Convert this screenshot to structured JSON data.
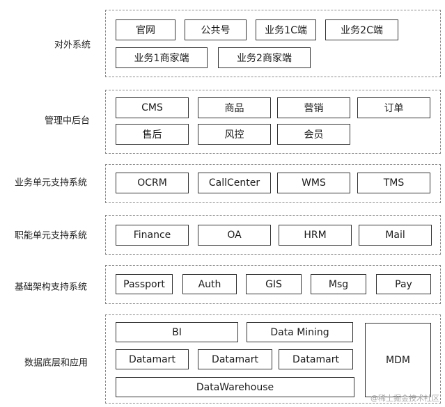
{
  "layers": {
    "external": {
      "label": "对外系统",
      "items": [
        "官网",
        "公共号",
        "业务1C端",
        "业务2C端",
        "业务1商家端",
        "业务2商家端"
      ]
    },
    "admin": {
      "label": "管理中后台",
      "items": [
        "CMS",
        "商品",
        "营销",
        "订单",
        "售后",
        "风控",
        "会员"
      ]
    },
    "business_support": {
      "label": "业务单元支持系统",
      "items": [
        "OCRM",
        "CallCenter",
        "WMS",
        "TMS"
      ]
    },
    "function_support": {
      "label": "职能单元支持系统",
      "items": [
        "Finance",
        "OA",
        "HRM",
        "Mail"
      ]
    },
    "infrastructure": {
      "label": "基础架构支持系统",
      "items": [
        "Passport",
        "Auth",
        "GIS",
        "Msg",
        "Pay"
      ]
    },
    "data": {
      "label": "数据底层和应用",
      "items": [
        "BI",
        "Data Mining",
        "Datamart",
        "Datamart",
        "Datamart",
        "DataWarehouse",
        "MDM"
      ]
    }
  },
  "watermark": "@稀土掘金技术社区"
}
